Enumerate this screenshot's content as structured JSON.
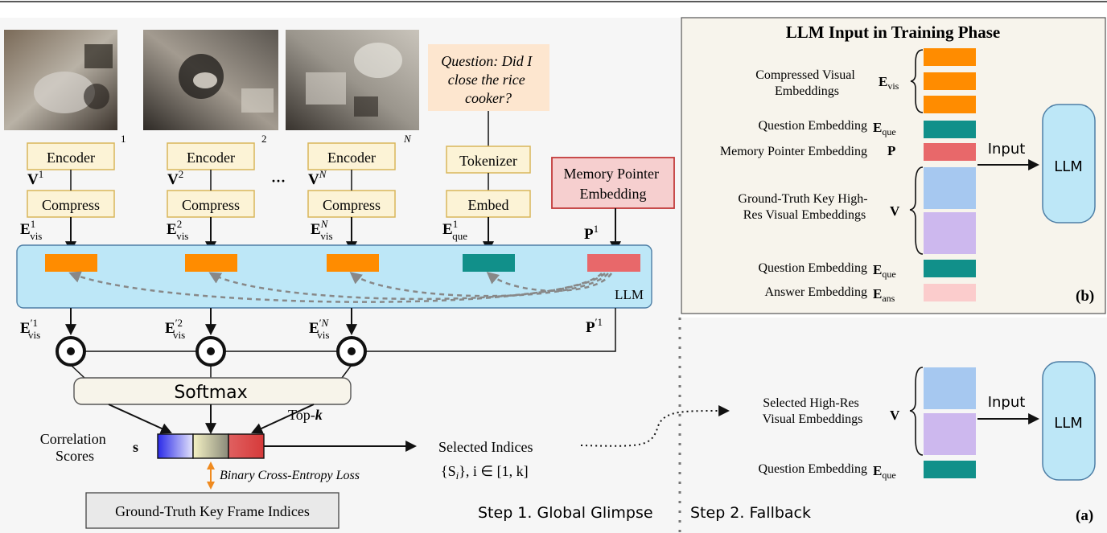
{
  "frames": [
    {
      "index": "1",
      "encoder": "Encoder",
      "compress": "Compress",
      "v": "V",
      "v_sup": "1",
      "e": "E",
      "e_sub": "vis",
      "e_sup": "1",
      "out_sup": "1"
    },
    {
      "index": "2",
      "encoder": "Encoder",
      "compress": "Compress",
      "v": "V",
      "v_sup": "2",
      "e": "E",
      "e_sub": "vis",
      "e_sup": "2",
      "out_sup": "2"
    },
    {
      "index": "N",
      "encoder": "Encoder",
      "compress": "Compress",
      "v": "V",
      "v_sup": "N",
      "e": "E",
      "e_sub": "vis",
      "e_sup": "N",
      "out_sup": "N"
    }
  ],
  "ellipsis": "···",
  "question": {
    "lines": [
      "Question: Did I",
      "close the rice",
      "cooker?"
    ],
    "tokenizer": "Tokenizer",
    "embed": "Embed",
    "e": "E",
    "e_sub": "que",
    "e_sup": "1"
  },
  "memory_pointer": {
    "lines": [
      "Memory Pointer",
      "Embedding"
    ],
    "p": "P",
    "p_sup": "1",
    "out_sup": "1"
  },
  "llm_label": "LLM",
  "softmax": "Softmax",
  "topk": {
    "prefix": "Top-",
    "k": "k"
  },
  "correlation": {
    "lines": [
      "Correlation",
      "Scores"
    ],
    "symbol": "s"
  },
  "bce_loss": "Binary Cross-Entropy Loss",
  "ground_truth": "Ground-Truth Key Frame Indices",
  "selected_indices": {
    "label": "Selected Indices",
    "set": "{S",
    "set_sub": "i",
    "set_rest": "}, i ∈ [1, k]"
  },
  "step1": "Step 1. Global Glimpse",
  "step2": "Step 2. Fallback",
  "panel_a_tag": "(a)",
  "panel_b": {
    "title": "LLM Input in Training Phase",
    "tag": "(b)",
    "input_label": "Input",
    "llm": "LLM",
    "rows": [
      {
        "label_lines": [
          "Compressed Visual",
          "Embeddings"
        ],
        "sym": "E",
        "sub": "vis"
      },
      {
        "label_lines": [
          "Question Embedding"
        ],
        "sym": "E",
        "sub": "que"
      },
      {
        "label_lines": [
          "Memory Pointer Embedding"
        ],
        "sym": "P",
        "sub": ""
      },
      {
        "label_lines": [
          "Ground-Truth Key High-",
          "Res Visual Embeddings"
        ],
        "sym": "V",
        "sub": ""
      },
      {
        "label_lines": [
          "Question Embedding"
        ],
        "sym": "E",
        "sub": "que"
      },
      {
        "label_lines": [
          "Answer Embedding"
        ],
        "sym": "E",
        "sub": "ans"
      }
    ]
  },
  "panel_fallback": {
    "input_label": "Input",
    "llm": "LLM",
    "rows": [
      {
        "label_lines": [
          "Selected High-Res",
          "Visual Embeddings"
        ],
        "sym": "V",
        "sub": ""
      },
      {
        "label_lines": [
          "Question Embedding"
        ],
        "sym": "E",
        "sub": "que"
      }
    ]
  },
  "colors": {
    "orange": "#ff8c00",
    "teal": "#11908a",
    "red": "#e8686a",
    "blue": "#a6c8f0",
    "purple": "#cdb8ee",
    "pink": "#fbcccc",
    "llm_fill": "#bde7f7",
    "box_fill": "#fcf3d6",
    "box_stroke": "#d9b65a",
    "question_fill": "#fde6cf",
    "memory_fill": "#f6cfcf",
    "panel_fill": "#f7f4ec"
  }
}
